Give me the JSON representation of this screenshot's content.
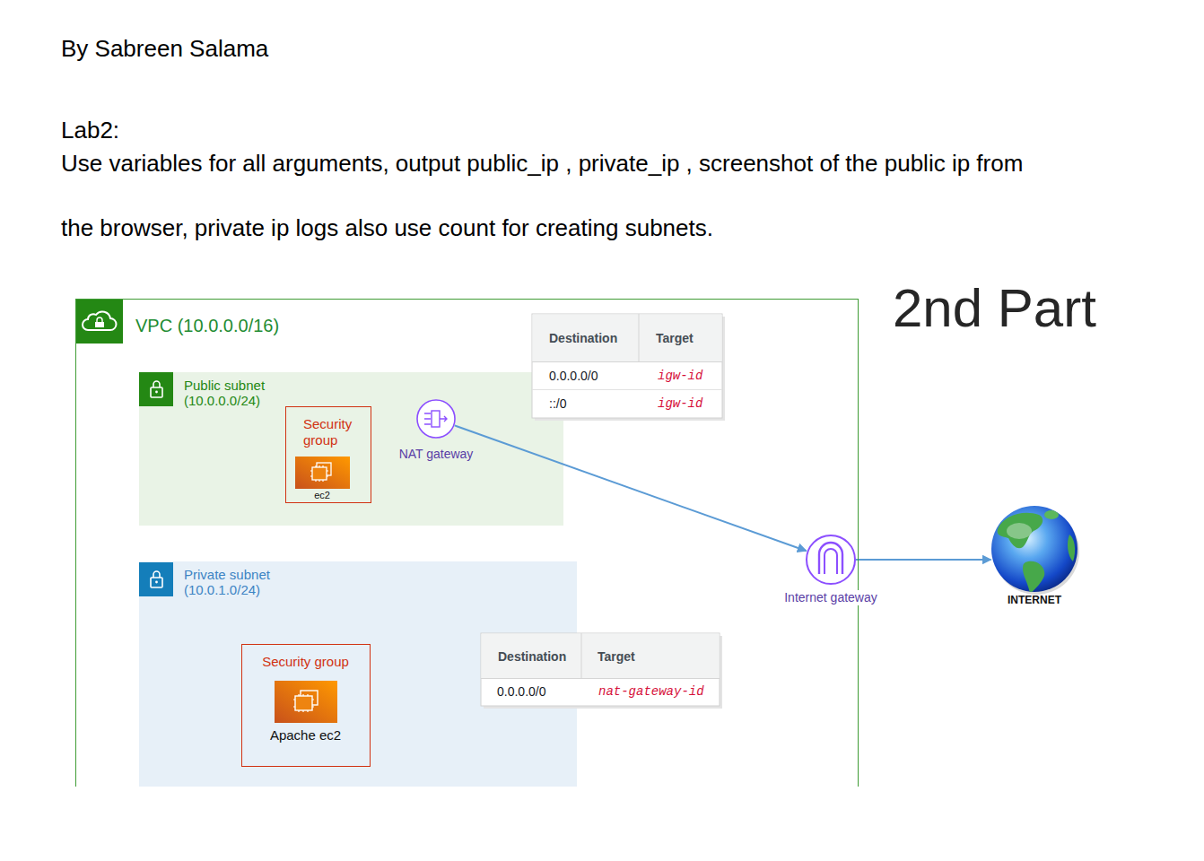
{
  "diagram": {
    "nodes": [
      {
        "text": [
          "VPC (10.0.0.0/16)"
        ]
      },
      {
        "text": [
          "Public subnet (10.0.0.0/24)"
        ],
        "in": 0
      },
      {
        "text": [
          "Security group"
        ],
        "in": 1
      },
      {
        "text": [
          "ec2"
        ],
        "in": 2
      },
      {
        "text": [
          "NAT gateway"
        ],
        "in": 1
      },
      {
        "text": [
          "Private subnet (10.0.1.0/24)"
        ],
        "in": 0
      },
      {
        "text": [
          "Security group"
        ],
        "in": 5
      },
      {
        "text": [
          "Apache ec2"
        ],
        "in": 6
      },
      {
        "text": [
          "Internet gateway"
        ]
      },
      {
        "text": [
          "INTERNET"
        ]
      }
    ],
    "edges": [
      {
        "from": 4,
        "to": 8,
        "arrow": "to"
      },
      {
        "from": 8,
        "to": 9,
        "arrow": "to"
      }
    ],
    "labels": [
      "By Sabreen Salama",
      "Lab2:",
      "Use variables for all arguments, output public_ip , private_ip , screenshot of the public ip from the browser, private ip logs also use count for creating subnets.",
      "2nd Part",
      "Destination",
      "Target",
      "0.0.0.0/0",
      "igw-id",
      "::/0",
      "igw-id",
      "Destination",
      "Target",
      "0.0.0.0/0",
      "nat-gateway-id"
    ]
  }
}
